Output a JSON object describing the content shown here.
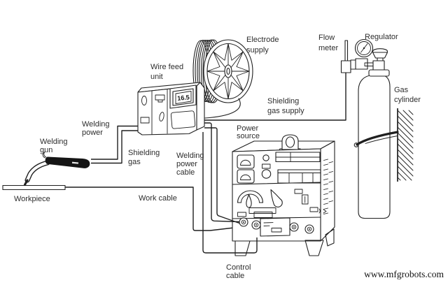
{
  "diagram": {
    "description_labels": {
      "wire_feed_unit": {
        "l1": "Wire feed",
        "l2": "unit"
      },
      "electrode_supply": {
        "l1": "Electrode",
        "l2": "supply"
      },
      "flow_meter": {
        "l1": "Flow",
        "l2": "meter"
      },
      "regulator": {
        "l1": "Regulator"
      },
      "gas_cylinder": {
        "l1": "Gas",
        "l2": "cylinder"
      },
      "shielding_gas_supply": {
        "l1": "Shielding",
        "l2": "gas supply"
      },
      "welding_power": {
        "l1": "Welding",
        "l2": "power"
      },
      "welding_gun": {
        "l1": "Welding",
        "l2": "gun"
      },
      "shielding_gas": {
        "l1": "Shielding",
        "l2": "gas"
      },
      "welding_power_cable": {
        "l1": "Welding",
        "l2": "power",
        "l3": "cable"
      },
      "power_source": {
        "l1": "Power",
        "l2": "source"
      },
      "workpiece": {
        "l1": "Workpiece"
      },
      "work_cable": {
        "l1": "Work cable"
      },
      "control_cable": {
        "l1": "Control",
        "l2": "cable"
      }
    },
    "wire_feed_display": "16.5",
    "watermark": "www.mfgrobots.com",
    "colors": {
      "line": "#1f1f1f",
      "label": "#2d2d2d",
      "background": "#ffffff",
      "gun_fill": "#151515"
    }
  }
}
